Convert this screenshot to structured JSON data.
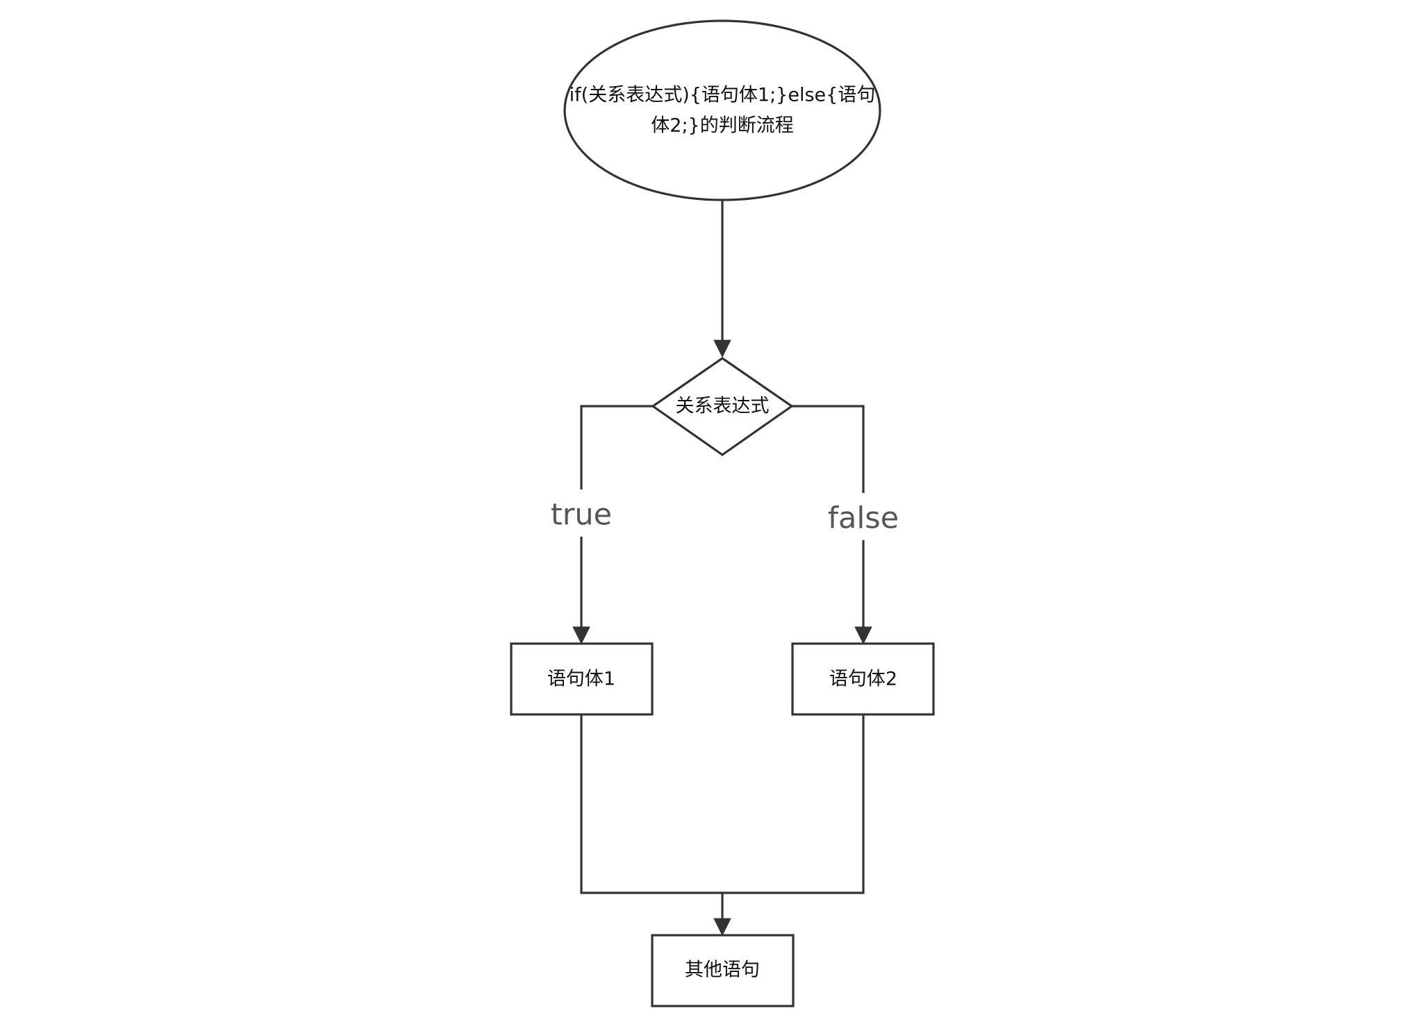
{
  "diagram": {
    "nodes": {
      "start": {
        "shape": "ellipse",
        "label_lines": [
          "if(关系表达式){语句体1;}else{语句",
          "体2;}的判断流程"
        ]
      },
      "condition": {
        "shape": "diamond",
        "label": "关系表达式"
      },
      "body1": {
        "shape": "rectangle",
        "label": "语句体1"
      },
      "body2": {
        "shape": "rectangle",
        "label": "语句体2"
      },
      "other": {
        "shape": "rectangle",
        "label": "其他语句"
      }
    },
    "edges": {
      "true_label": "true",
      "false_label": "false"
    },
    "colors": {
      "stroke": "#333333",
      "node_text": "#111111",
      "edge_label": "#555555",
      "background": "#ffffff"
    }
  }
}
